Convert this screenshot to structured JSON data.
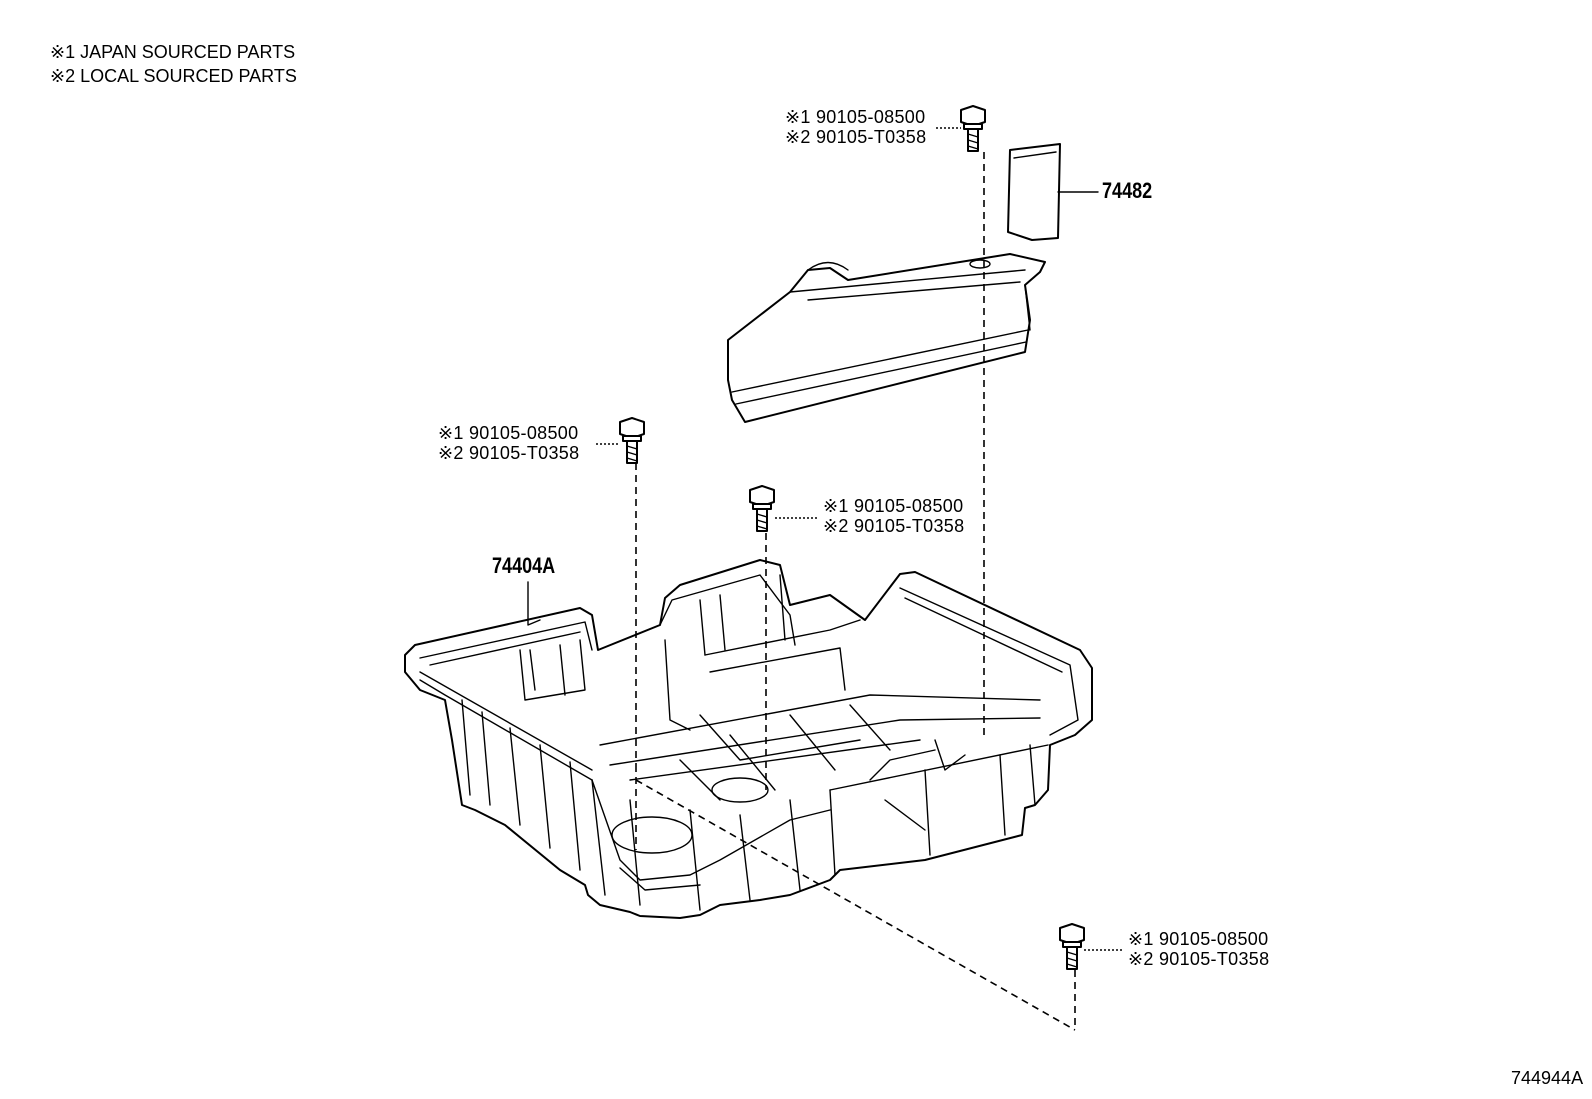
{
  "legend": [
    {
      "mark": "※1",
      "text": "JAPAN SOURCED PARTS"
    },
    {
      "mark": "※2",
      "text": "LOCAL SOURCED PARTS"
    }
  ],
  "bolts": [
    {
      "line1": "※1  90105-08500",
      "line2": "※2  90105-T0358"
    },
    {
      "line1": "※1  90105-08500",
      "line2": "※2  90105-T0358"
    },
    {
      "line1": "※1  90105-08500",
      "line2": "※2  90105-T0358"
    },
    {
      "line1": "※1  90105-08500",
      "line2": "※2  90105-T0358"
    }
  ],
  "parts": {
    "bracket": "74482",
    "tray": "74404A"
  },
  "figure_id": "744944A"
}
